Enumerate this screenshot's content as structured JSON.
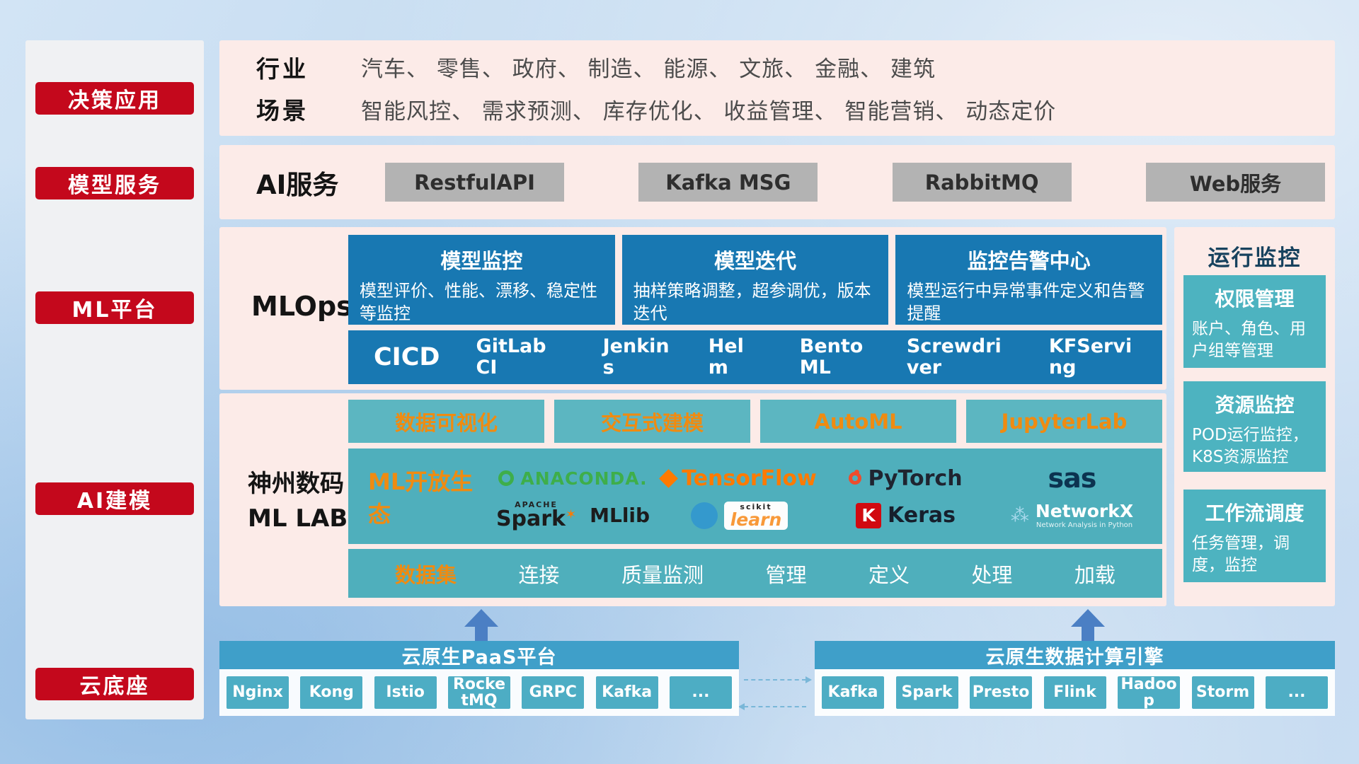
{
  "palette": {
    "badge_red": "#c4081c",
    "panel_pink": "#fcebe8",
    "card_blue": "#1878b2",
    "teal": "#4fafbc",
    "teal_light": "#5cb6c1",
    "bottom_blue": "#3f9fc9",
    "chip_teal": "#4dadc4",
    "accent_orange": "#ef8b11",
    "gray_button": "#b3b3b3",
    "arrow_blue": "#4b7fc4"
  },
  "sidebar": {
    "items": [
      "决策应用",
      "模型服务",
      "ML平台",
      "AI建模",
      "云底座"
    ]
  },
  "industries": {
    "label1": "行业",
    "text1": "汽车、 零售、 政府、 制造、 能源、 文旅、 金融、 建筑",
    "label2": "场景",
    "text2": "智能风控、 需求预测、 库存优化、 收益管理、 智能营销、 动态定价"
  },
  "ai_services": {
    "label": "AI服务",
    "items": [
      "RestfulAPI",
      "Kafka MSG",
      "RabbitMQ",
      "Web服务"
    ]
  },
  "mlops": {
    "label": "MLOps",
    "cards": [
      {
        "title": "模型监控",
        "desc": "模型评价、性能、漂移、稳定性等监控"
      },
      {
        "title": "模型迭代",
        "desc": "抽样策略调整，超参调优，版本迭代"
      },
      {
        "title": "监控告警中心",
        "desc": "模型运行中异常事件定义和告警提醒"
      }
    ],
    "cicd_title": "CICD",
    "cicd_items": [
      "GitLab CI",
      "Jenkins",
      "Helm",
      "BentoML",
      "Screwdriver",
      "KFServing"
    ]
  },
  "mllab": {
    "label_line1": "神州数码",
    "label_line2": "ML LAB",
    "tools": [
      "数据可视化",
      "交互式建模",
      "AutoML",
      "JupyterLab"
    ],
    "ecosystem_label": "ML开放生态",
    "logos": {
      "anaconda": "ANACONDA.",
      "tensorflow": "TensorFlow",
      "pytorch": "PyTorch",
      "sas": "sas",
      "spark_sup": "APACHE",
      "spark": "Spark",
      "spark_star": "✶",
      "mllib": "MLlib",
      "scikit_sup": "scikit",
      "scikit_learn": "learn",
      "keras_letter": "K",
      "keras": "Keras",
      "networkx_icon": "⁂",
      "networkx": "NetworkX",
      "networkx_sub": "Network Analysis in Python"
    },
    "dataset": {
      "label": "数据集",
      "items": [
        "连接",
        "质量监测",
        "管理",
        "定义",
        "处理",
        "加载"
      ]
    }
  },
  "monitoring": {
    "title": "运行监控",
    "cards": [
      {
        "title": "权限管理",
        "desc": "账户、角色、用户组等管理"
      },
      {
        "title": "资源监控",
        "desc": "POD运行监控，K8S资源监控"
      },
      {
        "title": "工作流调度",
        "desc": "任务管理，调度，监控"
      }
    ]
  },
  "cloud": {
    "paas_title": "云原生PaaS平台",
    "paas_items": [
      "Nginx",
      "Kong",
      "Istio",
      "RocketMQ",
      "GRPC",
      "Kafka",
      "..."
    ],
    "engine_title": "云原生数据计算引擎",
    "engine_items": [
      "Kafka",
      "Spark",
      "Presto",
      "Flink",
      "Hadoop",
      "Storm",
      "..."
    ]
  }
}
